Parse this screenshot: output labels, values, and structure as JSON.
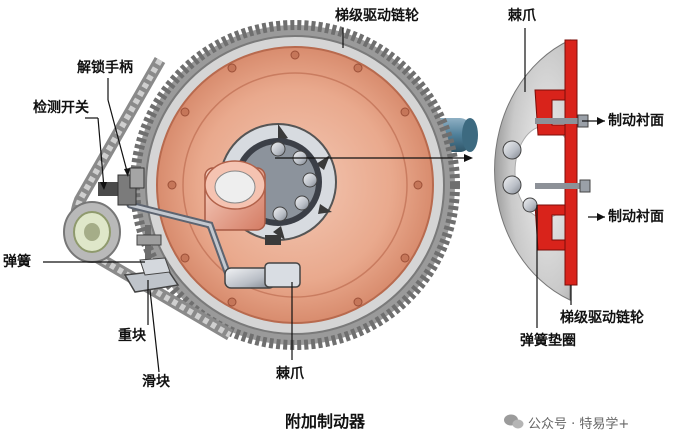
{
  "labels": {
    "ratchet_top": "棘爪",
    "ladder_sprocket_top": "梯级驱动链轮",
    "release_handle": "解锁手柄",
    "detect_switch": "检测开关",
    "spring": "弹簧",
    "weight": "重块",
    "slider": "滑块",
    "ratchet_bottom": "棘爪",
    "brake_lining_1": "制动衬面",
    "brake_lining_2": "制动衬面",
    "ladder_sprocket_bottom": "梯级驱动链轮",
    "spring_washer": "弹簧垫圈"
  },
  "caption": "附加制动器",
  "watermark": "公众号 · 特易学+",
  "colors": {
    "disc": "#e9a98d",
    "chain": "#9a9a9a",
    "red_part": "#d9231b",
    "steel": "#c8ccd2"
  }
}
